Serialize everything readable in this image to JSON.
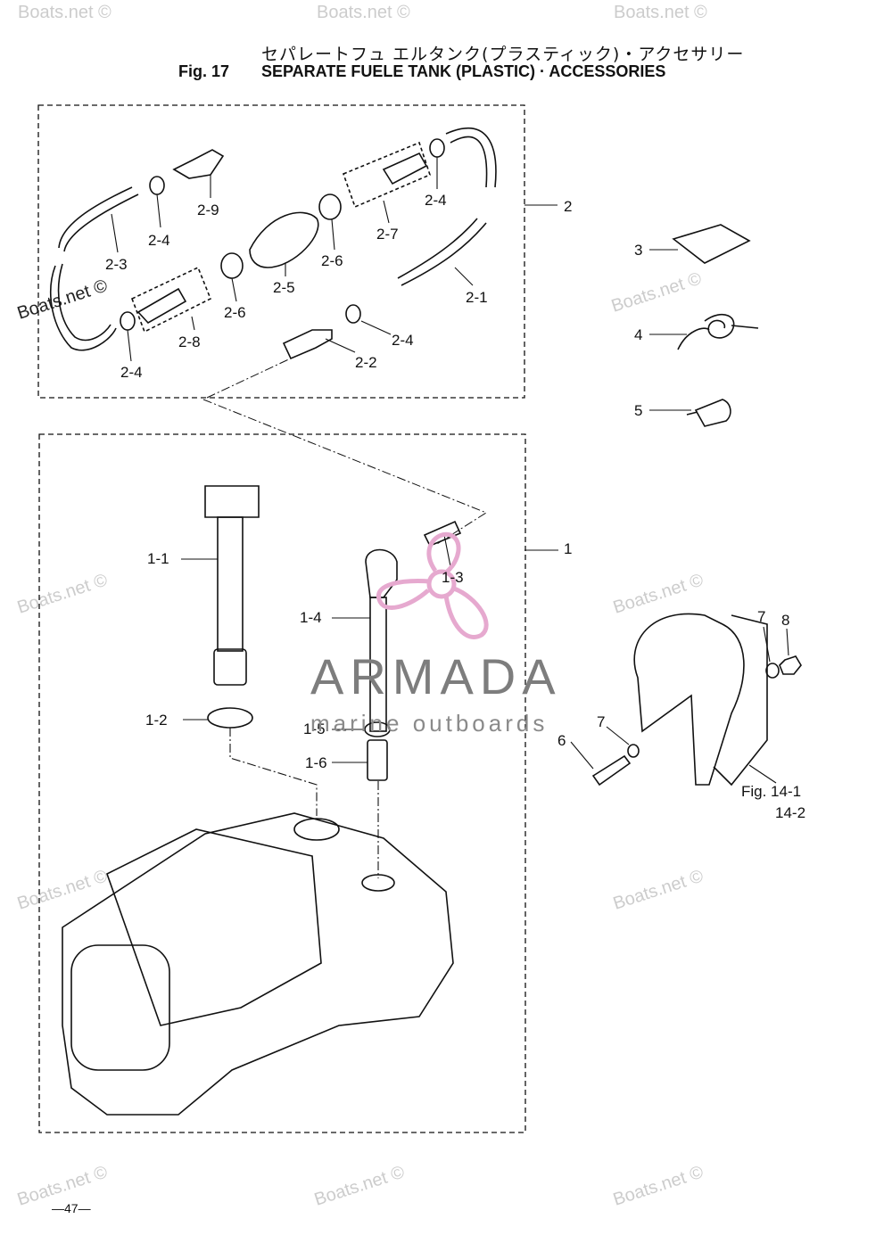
{
  "header": {
    "title_jp": "セパレートフュ エルタンク(プラスティック)・アクセサリー",
    "fig_label": "Fig. 17",
    "title_en": "SEPARATE FUELE TANK (PLASTIC) · ACCESSORIES"
  },
  "callouts": {
    "c2": "2",
    "c2_1": "2-1",
    "c2_2": "2-2",
    "c2_3": "2-3",
    "c2_4a": "2-4",
    "c2_4b": "2-4",
    "c2_4c": "2-4",
    "c2_4d": "2-4",
    "c2_5": "2-5",
    "c2_6a": "2-6",
    "c2_6b": "2-6",
    "c2_7": "2-7",
    "c2_8": "2-8",
    "c2_9": "2-9",
    "c1": "1",
    "c1_1": "1-1",
    "c1_2": "1-2",
    "c1_3": "1-3",
    "c1_4": "1-4",
    "c1_5": "1-5",
    "c1_6": "1-6",
    "c3": "3",
    "c4": "4",
    "c5": "5",
    "c6": "6",
    "c7a": "7",
    "c7b": "7",
    "c8": "8",
    "fig14_1": "Fig. 14-1",
    "fig14_2": "14-2"
  },
  "watermark": "Boats.net ©",
  "brand": {
    "name": "ARMADA",
    "tagline": "marine outboards",
    "accent": "#e6a9cf"
  },
  "footer": {
    "page": "—47—"
  }
}
